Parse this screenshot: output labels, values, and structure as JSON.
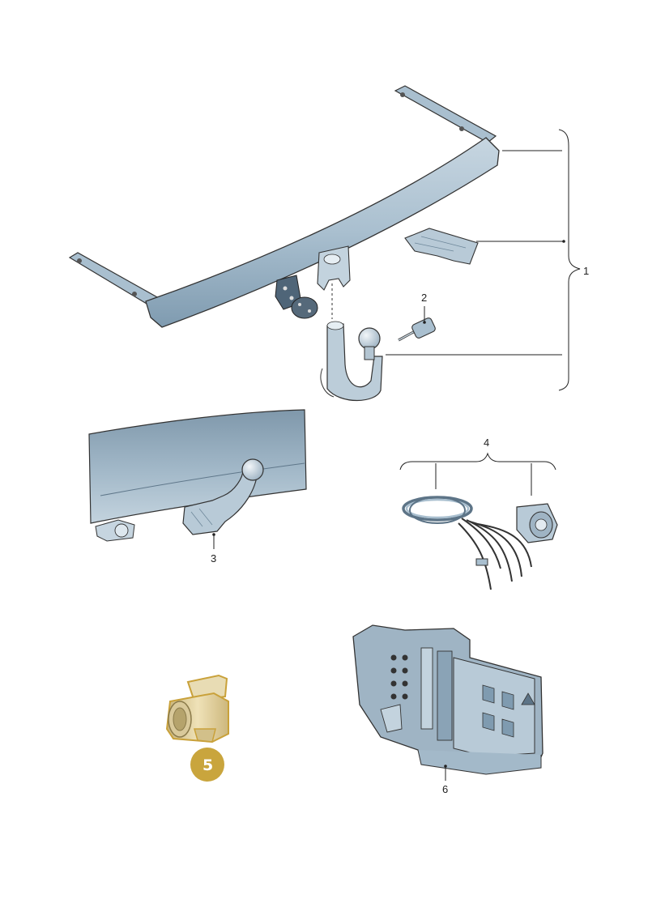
{
  "colors": {
    "part_fill": "#a9bfcf",
    "part_dark": "#7f9bb0",
    "part_light": "#cddbe5",
    "outline": "#333333",
    "highlight_fill": "#d9c99a",
    "highlight_stroke": "#c9a13a",
    "badge": "#c9a53d"
  },
  "callouts": {
    "p1": "1",
    "p2": "2",
    "p3": "3",
    "p4": "4",
    "p5": "5",
    "p6": "6"
  },
  "highlighted_part": "5"
}
